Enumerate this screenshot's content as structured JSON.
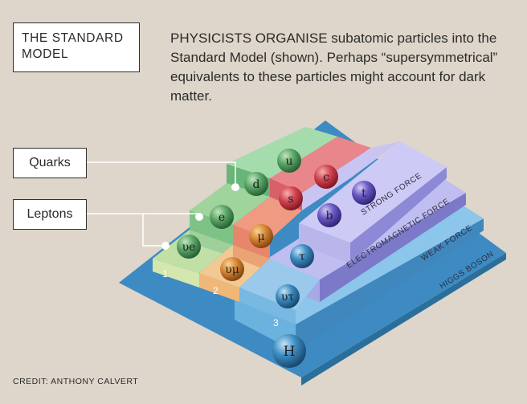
{
  "title": {
    "line1": "THE STANDARD",
    "line2": "MODEL"
  },
  "caption": {
    "lead": "PHYSICISTS ORGANISE",
    "rest": "subatomic particles into the Standard Model (shown). Perhaps “supersymmetrical” equivalents to these particles might account for dark matter."
  },
  "labels": {
    "quarks": "Quarks",
    "leptons": "Leptons"
  },
  "tiers": {
    "strong": "STRONG FORCE",
    "electromagnetic": "ELECTROMAGNETIC FORCE",
    "weak": "WEAK FORCE",
    "higgs": "HIGGS BOSON"
  },
  "generations": [
    "1",
    "2",
    "3"
  ],
  "particles": {
    "u": "u",
    "d": "d",
    "c": "c",
    "s": "s",
    "t": "t",
    "b": "b",
    "e": "e",
    "mu": "μ",
    "tau": "τ",
    "nu_e": "υe",
    "nu_mu": "υμ",
    "nu_tau": "υτ",
    "h": "H"
  },
  "credit": "CREDIT: ANTHONY CALVERT",
  "colors": {
    "background": "#ded6ca",
    "green": "#5fa66b",
    "red": "#d44a55",
    "purple": "#6c5cc6",
    "blue": "#3f8fc4"
  }
}
